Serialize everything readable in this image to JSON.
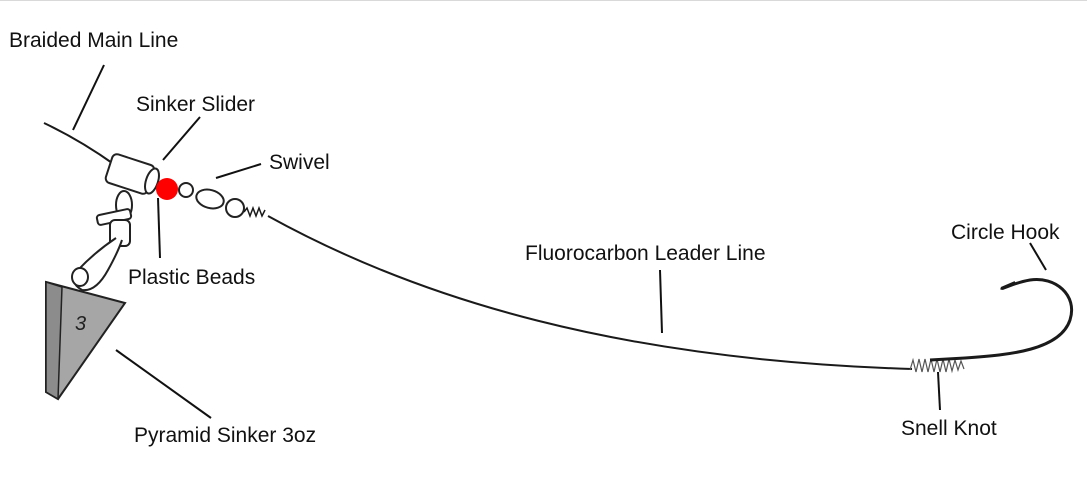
{
  "labels": {
    "braided_main_line": "Braided Main Line",
    "sinker_slider": "Sinker Slider",
    "swivel": "Swivel",
    "plastic_beads": "Plastic Beads",
    "fluorocarbon_leader_line": "Fluorocarbon Leader Line",
    "circle_hook": "Circle Hook",
    "pyramid_sinker": "Pyramid Sinker 3oz",
    "snell_knot": "Snell Knot"
  },
  "sinker_weight_mark": "3",
  "colors": {
    "line": "#1a1a1a",
    "bead": "#ff0000",
    "sinker_fill": "#a6a6a6",
    "sinker_fill_dark": "#8c8c8c",
    "outline": "#222222"
  },
  "icons": {
    "bead": "red-circle",
    "sinker": "pyramid-weight",
    "hook": "circle-hook",
    "swivel": "barrel-swivel"
  }
}
